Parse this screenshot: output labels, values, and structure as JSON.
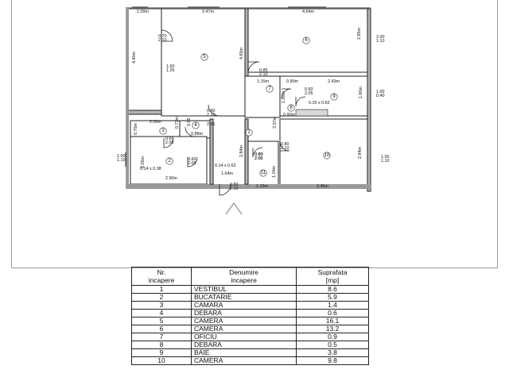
{
  "plan": {
    "dimensions": [
      "1.09m",
      "3.47m",
      "4.64m",
      "4.40m",
      "1.60",
      "1.25",
      "0.70",
      "2.10",
      "4.65m",
      "0.85",
      "2.10",
      "2.85m",
      "2.00",
      "1.10",
      "1.15m",
      "0.90m",
      "2.43m",
      "1.00m",
      "0.60",
      "2.05",
      "0.25 x 0.62",
      "1.60m",
      "1.00",
      "0.40",
      "0.90m",
      "3.37m",
      "2.00m",
      "0.70m",
      "0.90",
      "2.10",
      "0.65",
      "2.05",
      "0.88m",
      "0.73m",
      "0.60",
      "2.05",
      "0.60",
      "2.05",
      "0.80",
      "2.10",
      "0.70",
      "2.05",
      "2.84m",
      "2.84m",
      "1.00",
      "1.10",
      "1.00",
      "1.10",
      "2.05m",
      "0.14 x 0.38",
      "0.14 x 0.62",
      "2.90m",
      "1.64m",
      "0.60",
      "2.05",
      "1.19m",
      "1.15m",
      "3.45m",
      "0.80",
      "2.10"
    ],
    "room_numbers": [
      "1",
      "2",
      "3",
      "4",
      "5",
      "6",
      "7",
      "8",
      "9",
      "10",
      "11"
    ]
  },
  "table": {
    "headers": {
      "nr": "Nr.\nincapere",
      "name": "Denumire\nincapere",
      "area": "Suprafata\n[mp]"
    },
    "rows": [
      {
        "nr": "1",
        "name": "VESTIBUL",
        "area": "8.6"
      },
      {
        "nr": "2",
        "name": "BUCATARIE",
        "area": "5.9"
      },
      {
        "nr": "3",
        "name": "CAMARA",
        "area": "1.4"
      },
      {
        "nr": "4",
        "name": "DEBARA",
        "area": "0.6"
      },
      {
        "nr": "5",
        "name": "CAMERA",
        "area": "16.1"
      },
      {
        "nr": "6",
        "name": "CAMERA",
        "area": "13.2"
      },
      {
        "nr": "7",
        "name": "OFICIU",
        "area": "0.9"
      },
      {
        "nr": "8",
        "name": "DEBARA",
        "area": "0.5"
      },
      {
        "nr": "9",
        "name": "BAIE",
        "area": "3.8"
      },
      {
        "nr": "10",
        "name": "CAMERA",
        "area": "9.8"
      }
    ]
  }
}
